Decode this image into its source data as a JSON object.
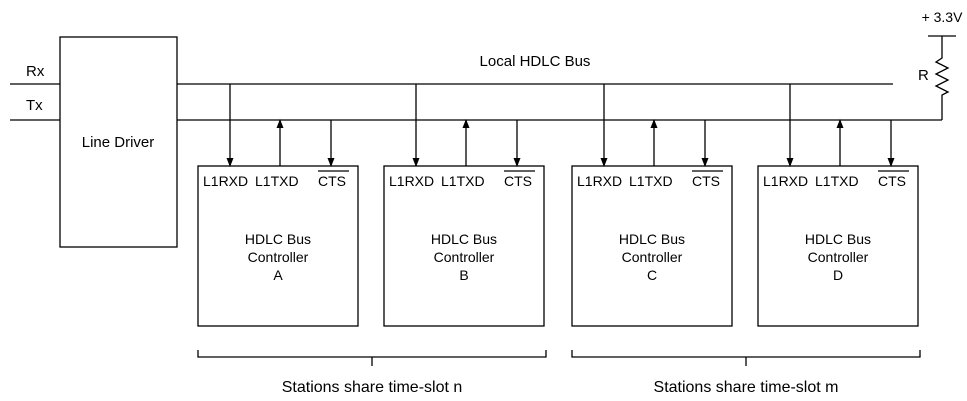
{
  "diagram": {
    "signals": {
      "rx": "Rx",
      "tx": "Tx"
    },
    "line_driver": "Line Driver",
    "bus_label": "Local HDLC Bus",
    "supply": "+ 3.3V",
    "resistor": "R",
    "pins": {
      "rxd": "L1RXD",
      "txd": "L1TXD",
      "cts": "CTS"
    },
    "controllers": [
      {
        "line1": "HDLC Bus",
        "line2": "Controller",
        "id": "A"
      },
      {
        "line1": "HDLC Bus",
        "line2": "Controller",
        "id": "B"
      },
      {
        "line1": "HDLC Bus",
        "line2": "Controller",
        "id": "C"
      },
      {
        "line1": "HDLC Bus",
        "line2": "Controller",
        "id": "D"
      }
    ],
    "groups": [
      {
        "label": "Stations share time-slot n"
      },
      {
        "label": "Stations share time-slot m"
      }
    ]
  }
}
